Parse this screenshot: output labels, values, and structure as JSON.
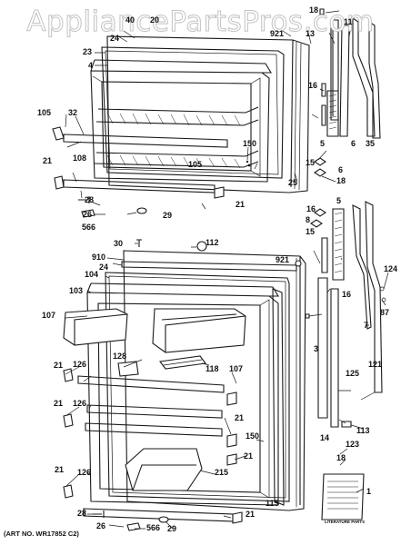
{
  "watermark": "AppliancePartsPros.com",
  "art_number": "(ART NO. WR17852 C2)",
  "literature_label": "LITERATURE PARTS",
  "labels": [
    {
      "id": "l-18-top",
      "text": "18"
    },
    {
      "id": "l-40",
      "text": "40"
    },
    {
      "id": "l-20",
      "text": "20"
    },
    {
      "id": "l-24-top",
      "text": "24"
    },
    {
      "id": "l-921-top",
      "text": "921"
    },
    {
      "id": "l-13",
      "text": "13"
    },
    {
      "id": "l-11",
      "text": "11"
    },
    {
      "id": "l-23",
      "text": "23"
    },
    {
      "id": "l-4",
      "text": "4"
    },
    {
      "id": "l-16-top",
      "text": "16"
    },
    {
      "id": "l-105-left",
      "text": "105"
    },
    {
      "id": "l-32",
      "text": "32"
    },
    {
      "id": "l-150-top",
      "text": "150"
    },
    {
      "id": "l-105-mid",
      "text": "105"
    },
    {
      "id": "l-5-top",
      "text": "5"
    },
    {
      "id": "l-6-a",
      "text": "6"
    },
    {
      "id": "l-35",
      "text": "35"
    },
    {
      "id": "l-15-top",
      "text": "15"
    },
    {
      "id": "l-6-b",
      "text": "6"
    },
    {
      "id": "l-18-mid",
      "text": "18"
    },
    {
      "id": "l-21-top",
      "text": "21"
    },
    {
      "id": "l-108",
      "text": "108"
    },
    {
      "id": "l-25",
      "text": "25"
    },
    {
      "id": "l-28-top",
      "text": "28"
    },
    {
      "id": "l-21-topright",
      "text": "21"
    },
    {
      "id": "l-26-top",
      "text": "26"
    },
    {
      "id": "l-566-top",
      "text": "566"
    },
    {
      "id": "l-29-top",
      "text": "29"
    },
    {
      "id": "l-16-right",
      "text": "16"
    },
    {
      "id": "l-5-right",
      "text": "5"
    },
    {
      "id": "l-8",
      "text": "8"
    },
    {
      "id": "l-15-right",
      "text": "15"
    },
    {
      "id": "l-30",
      "text": "30"
    },
    {
      "id": "l-112",
      "text": "112"
    },
    {
      "id": "l-910",
      "text": "910"
    },
    {
      "id": "l-24-bottom",
      "text": "24"
    },
    {
      "id": "l-921-bottom",
      "text": "921"
    },
    {
      "id": "l-104",
      "text": "104"
    },
    {
      "id": "l-124",
      "text": "124"
    },
    {
      "id": "l-103",
      "text": "103"
    },
    {
      "id": "l-16-lower",
      "text": "16"
    },
    {
      "id": "l-87",
      "text": "87"
    },
    {
      "id": "l-107-left",
      "text": "107"
    },
    {
      "id": "l-3",
      "text": "3"
    },
    {
      "id": "l-7",
      "text": "7"
    },
    {
      "id": "l-128",
      "text": "128"
    },
    {
      "id": "l-118",
      "text": "118"
    },
    {
      "id": "l-107-right",
      "text": "107"
    },
    {
      "id": "l-21-mid1",
      "text": "21"
    },
    {
      "id": "l-126-a",
      "text": "126"
    },
    {
      "id": "l-125",
      "text": "125"
    },
    {
      "id": "l-121",
      "text": "121"
    },
    {
      "id": "l-21-mid2",
      "text": "21"
    },
    {
      "id": "l-126-b",
      "text": "126"
    },
    {
      "id": "l-21-right-mid",
      "text": "21"
    },
    {
      "id": "l-113",
      "text": "113"
    },
    {
      "id": "l-14",
      "text": "14"
    },
    {
      "id": "l-123",
      "text": "123"
    },
    {
      "id": "l-18-bottom",
      "text": "18"
    },
    {
      "id": "l-150-bottom",
      "text": "150"
    },
    {
      "id": "l-21-right-low",
      "text": "21"
    },
    {
      "id": "l-215",
      "text": "215"
    },
    {
      "id": "l-21-low",
      "text": "21"
    },
    {
      "id": "l-126-c",
      "text": "126"
    },
    {
      "id": "l-115",
      "text": "115"
    },
    {
      "id": "l-1",
      "text": "1"
    },
    {
      "id": "l-28-bottom",
      "text": "28"
    },
    {
      "id": "l-21-bottomright",
      "text": "21"
    },
    {
      "id": "l-26-bottom",
      "text": "26"
    },
    {
      "id": "l-566-bottom",
      "text": "566"
    },
    {
      "id": "l-29-bottom",
      "text": "29"
    }
  ]
}
